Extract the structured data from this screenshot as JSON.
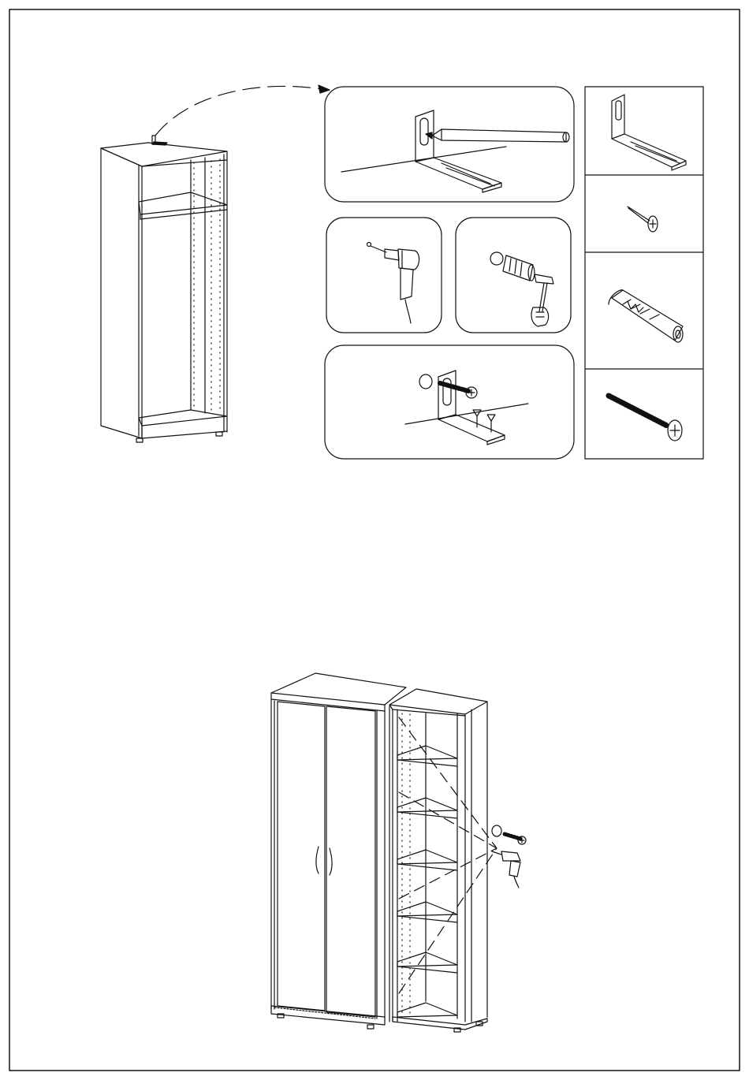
{
  "document": {
    "type": "assembly-instruction-page",
    "text": []
  },
  "figures": {
    "wall_mount_cabinet": {
      "icon": "wardrobe-open-icon"
    },
    "bracket_with_pencil": {
      "icon": "wall-bracket-marking-icon"
    },
    "drill": {
      "icon": "power-drill-icon"
    },
    "hammer_dowel": {
      "icon": "hammer-dowel-icon"
    },
    "bracket_screwed": {
      "icon": "bracket-screw-icon"
    },
    "parts": [
      {
        "name": "bracket",
        "icon": "angle-bracket-icon"
      },
      {
        "name": "nail",
        "icon": "nail-icon"
      },
      {
        "name": "dowel",
        "icon": "wall-plug-icon"
      },
      {
        "name": "screw",
        "icon": "screw-icon"
      }
    ],
    "cabinet_connection": {
      "icon": "cabinet-connection-icon"
    }
  },
  "colors": {
    "ink": "#111111",
    "paper": "#ffffff"
  }
}
